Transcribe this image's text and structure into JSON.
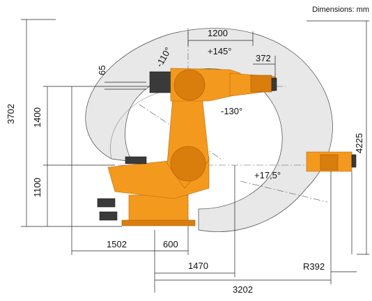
{
  "header": {
    "units_label": "Dimensions: mm"
  },
  "dimensions": {
    "d1200": "1200",
    "d145": "+145°",
    "d110": "-110°",
    "d372": "372",
    "d65": "65",
    "d130": "-130°",
    "d3702": "3702",
    "d1400": "1400",
    "d1100": "1100",
    "d4225": "4225",
    "d175": "+17,5°",
    "d1502": "1502",
    "d600": "600",
    "d1470": "1470",
    "dR392": "R392",
    "d3202": "3202"
  },
  "colors": {
    "robot_orange": "#f39a1e",
    "envelope_gray": "#e8e8e8"
  }
}
